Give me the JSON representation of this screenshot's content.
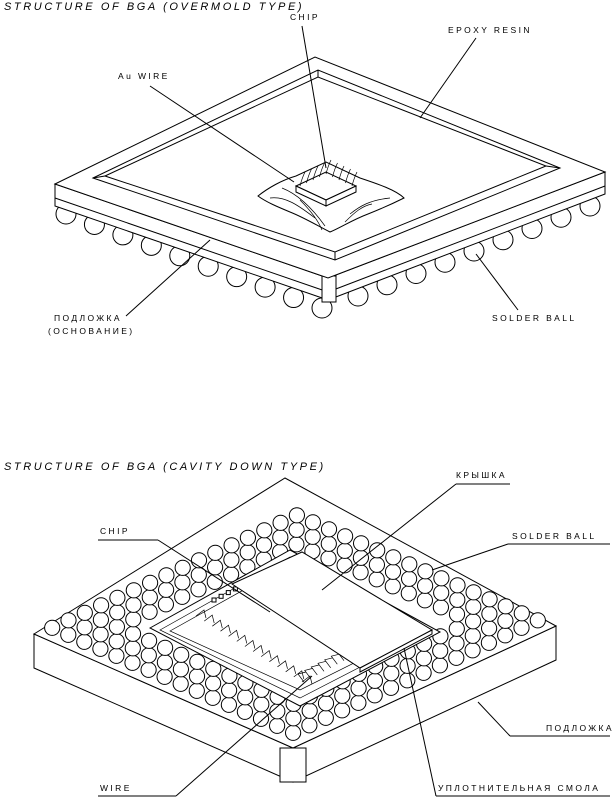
{
  "figure_top": {
    "title": "STRUCTURE OF BGA (OVERMOLD TYPE)",
    "labels": {
      "chip": "CHIP",
      "epoxy_resin": "EPOXY RESIN",
      "au_wire": "Au WIRE",
      "substrate_line1": "ПОДЛОЖКА",
      "substrate_line2": "(ОСНОВАНИЕ)",
      "solder_ball": "SOLDER BALL"
    }
  },
  "figure_bottom": {
    "title": "STRUCTURE OF BGA (CAVITY DOWN TYPE)",
    "labels": {
      "lid": "КРЫШКА",
      "chip": "CHIP",
      "solder_ball": "SOLDER BALL",
      "substrate": "ПОДЛОЖКА",
      "wire": "WIRE",
      "sealing_resin": "УПЛОТНИТЕЛЬНАЯ СМОЛА"
    }
  }
}
